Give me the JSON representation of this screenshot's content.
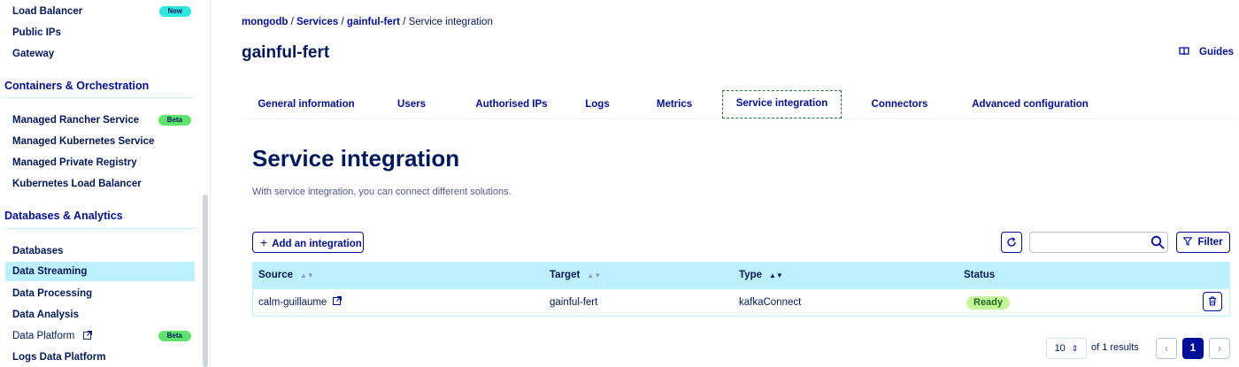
{
  "sidebar": {
    "items_top": [
      {
        "label": "Load Balancer",
        "badge": "New"
      },
      {
        "label": "Public IPs"
      },
      {
        "label": "Gateway"
      }
    ],
    "section_containers": "Containers & Orchestration",
    "items_containers": [
      {
        "label": "Managed Rancher Service",
        "badge": "Beta"
      },
      {
        "label": "Managed Kubernetes Service"
      },
      {
        "label": "Managed Private Registry"
      },
      {
        "label": "Kubernetes Load Balancer"
      }
    ],
    "section_databases": "Databases & Analytics",
    "items_databases": [
      {
        "label": "Databases"
      },
      {
        "label": "Data Streaming",
        "active": true
      },
      {
        "label": "Data Processing"
      },
      {
        "label": "Data Analysis"
      },
      {
        "label": "Data Platform",
        "badge": "Beta",
        "external": true
      },
      {
        "label": "Logs Data Platform"
      }
    ]
  },
  "breadcrumb": {
    "items": [
      "mongodb",
      "Services",
      "gainful-fert"
    ],
    "current": "Service integration",
    "separator": "/"
  },
  "header": {
    "title": "gainful-fert",
    "guides_label": "Guides"
  },
  "tabs": [
    {
      "label": "General information"
    },
    {
      "label": "Users"
    },
    {
      "label": "Authorised IPs"
    },
    {
      "label": "Logs"
    },
    {
      "label": "Metrics"
    },
    {
      "label": "Service integration",
      "active": true
    },
    {
      "label": "Connectors"
    },
    {
      "label": "Advanced configuration"
    }
  ],
  "main": {
    "title": "Service integration",
    "description": "With service integration, you can connect different solutions.",
    "add_button": "Add an integration",
    "search": {
      "value": "",
      "placeholder": ""
    },
    "filter_button": "Filter"
  },
  "table": {
    "columns": [
      {
        "label": "Source",
        "sortable": true
      },
      {
        "label": "Target",
        "sortable": true
      },
      {
        "label": "Type",
        "sortable": true,
        "sorted": true
      },
      {
        "label": "Status",
        "sortable": false
      }
    ],
    "rows": [
      {
        "source": "calm-guillaume",
        "target": "gainful-fert",
        "type": "kafkaConnect",
        "status": "Ready"
      }
    ]
  },
  "pagination": {
    "page_size": "10",
    "results_text": "of 1 results",
    "current_page": "1"
  },
  "colors": {
    "primary": "#000e9c",
    "text": "#00185e",
    "highlight": "#bef1ff",
    "badge_new": "#2ee8e0",
    "badge_beta": "#5ee36b",
    "status_ready_bg": "#c5f59a"
  }
}
